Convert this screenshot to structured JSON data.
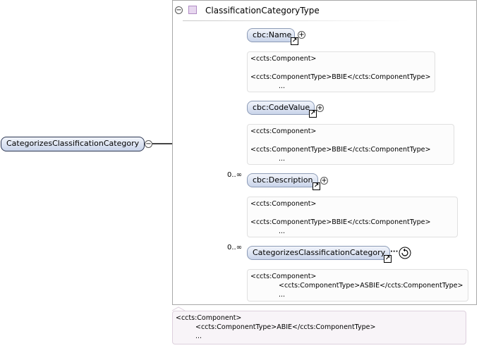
{
  "diagram": {
    "type_name": "ClassificationCategoryType",
    "root": {
      "label": "CategorizesClassificationCategory"
    },
    "children": [
      {
        "label": "cbc:Name",
        "occurrence": "",
        "annotation": {
          "line1": "<ccts:Component>",
          "line2": "<ccts:ComponentType>BBIE</ccts:ComponentType>",
          "line3": "..."
        }
      },
      {
        "label": "cbc:CodeValue",
        "occurrence": "",
        "annotation": {
          "line1": "<ccts:Component>",
          "line2": "<ccts:ComponentType>BBIE</ccts:ComponentType>",
          "line3": "..."
        }
      },
      {
        "label": "cbc:Description",
        "occurrence": "0..∞",
        "annotation": {
          "line1": "<ccts:Component>",
          "line2": "<ccts:ComponentType>BBIE</ccts:ComponentType>",
          "line3": "..."
        }
      },
      {
        "label": "CategorizesClassificationCategory",
        "occurrence": "0..∞",
        "annotation": {
          "line1": "<ccts:Component>",
          "line2": "<ccts:ComponentType>ASBIE</ccts:ComponentType>",
          "line3": "..."
        }
      }
    ],
    "root_annotation": {
      "line1": "<ccts:Component>",
      "line2": "<ccts:ComponentType>ABIE</ccts:ComponentType>",
      "line3": "..."
    },
    "glyphs": {
      "collapse": "−",
      "expand": "+",
      "ellipsis": "···"
    },
    "icons": {
      "type": "complex-type-icon",
      "compositor": "sequence-compositor-icon",
      "reference": "reference-arrow-icon",
      "recursion": "recursion-icon"
    },
    "colors": {
      "pill_top": "#f2f5fb",
      "pill_bottom": "#c9d4ea",
      "pill_border": "#8c9bb6",
      "root_border": "#2c3652",
      "compositor_fill": "#efe3a6",
      "annotation_bg": "#fcfcfc",
      "root_annotation_bg": "#f8f4f8"
    }
  }
}
